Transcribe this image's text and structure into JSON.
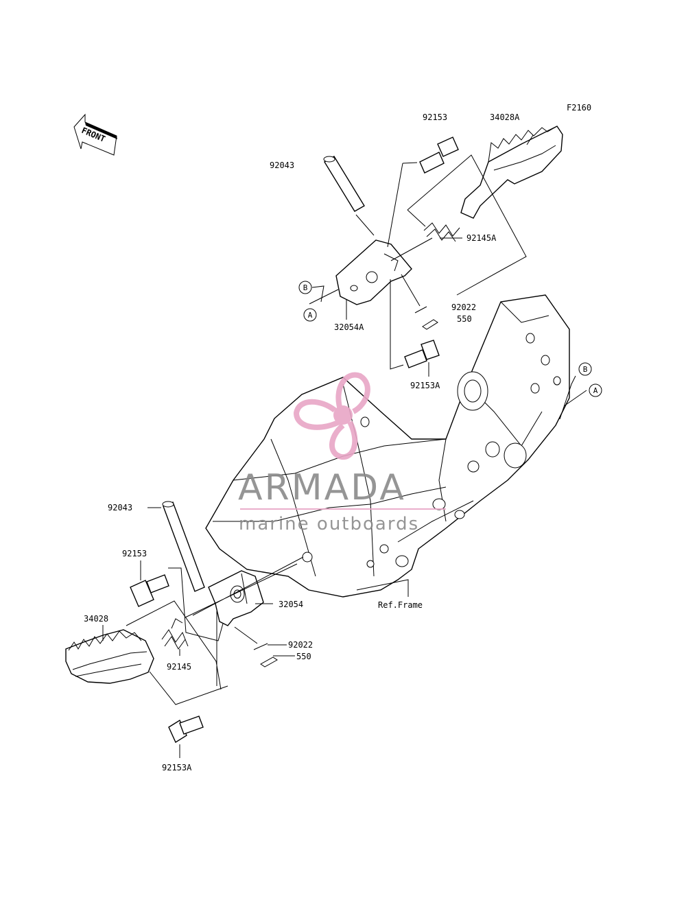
{
  "figure_code": "F2160",
  "front_label": "FRONT",
  "watermark": {
    "brand": "ARMADA",
    "tagline": "marine outboards",
    "logo_icon": "propeller-logo-icon",
    "color": "#e8a6c6"
  },
  "callouts": {
    "upper": {
      "p92153": "92153",
      "p34028A": "34028A",
      "p92043": "92043",
      "p92145A": "92145A",
      "p92022": "92022",
      "p550": "550",
      "p32054A": "32054A",
      "p92153A": "92153A"
    },
    "lower": {
      "p92043": "92043",
      "p92153": "92153",
      "p32054": "32054",
      "p34028": "34028",
      "p92022": "92022",
      "p550": "550",
      "p92145": "92145",
      "p92153A": "92153A",
      "ref_frame": "Ref.Frame"
    },
    "markers": {
      "A": "A",
      "B": "B"
    }
  }
}
